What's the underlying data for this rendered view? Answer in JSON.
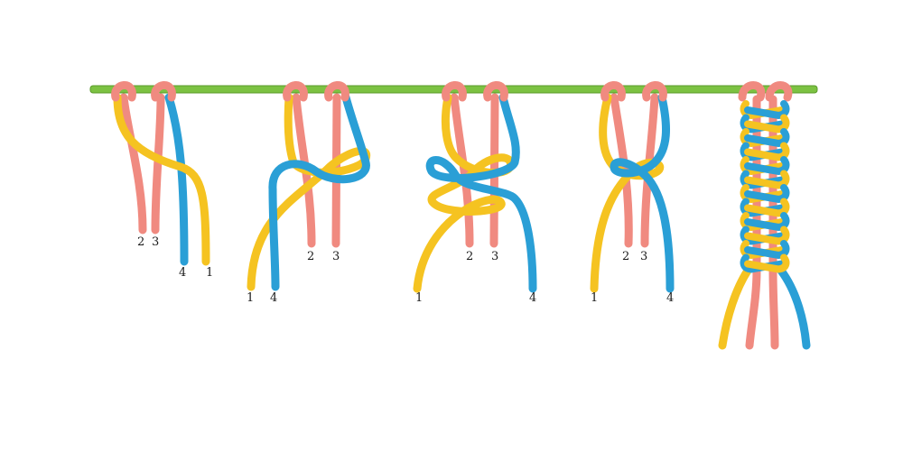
{
  "colors": {
    "dowel": "#7cc242",
    "cord_pink": "#f08a80",
    "cord_yellow": "#f5c321",
    "cord_blue": "#2a9fd6"
  },
  "labels": {
    "step1": {
      "c2": "2",
      "c3": "3",
      "c4": "4",
      "c1": "1"
    },
    "step2": {
      "c1": "1",
      "c4": "4",
      "c2": "2",
      "c3": "3"
    },
    "step3": {
      "c1": "1",
      "c2": "2",
      "c3": "3",
      "c4": "4"
    },
    "step4": {
      "c1": "1",
      "c2": "2",
      "c3": "3",
      "c4": "4"
    }
  }
}
